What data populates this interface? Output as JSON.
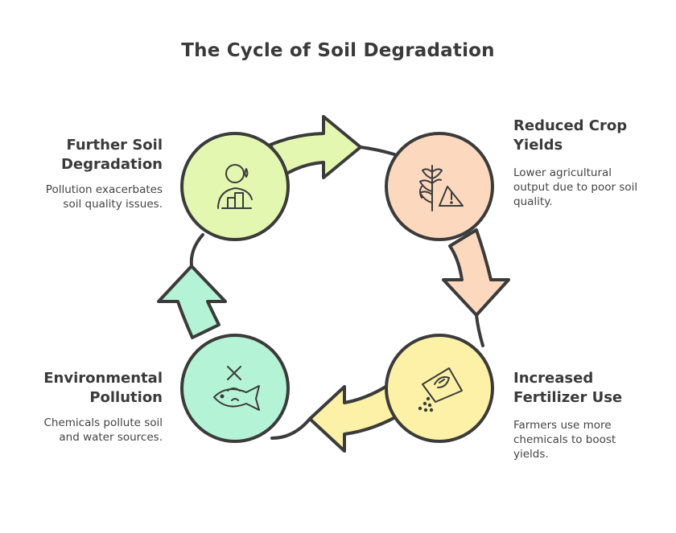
{
  "title": "The Cycle of Soil Degradation",
  "stages": [
    {
      "heading_lines": [
        "Reduced Crop",
        "Yields"
      ],
      "description_lines": [
        "Lower agricultural",
        "output due to poor soil",
        "quality."
      ],
      "icon": "wheat-warning-icon",
      "color": "#fcd9be"
    },
    {
      "heading_lines": [
        "Increased",
        "Fertilizer Use"
      ],
      "description_lines": [
        "Farmers use more",
        "chemicals to boost",
        "yields."
      ],
      "icon": "fertilizer-bag-icon",
      "color": "#fcf1a6"
    },
    {
      "heading_lines": [
        "Environmental",
        "Pollution"
      ],
      "description_lines": [
        "Chemicals pollute soil",
        "and water sources."
      ],
      "icon": "dead-fish-icon",
      "color": "#b5f3d6"
    },
    {
      "heading_lines": [
        "Further Soil",
        "Degradation"
      ],
      "description_lines": [
        "Pollution exacerbates",
        "soil quality issues."
      ],
      "icon": "sad-person-chart-icon",
      "color": "#e3f7b0"
    }
  ],
  "colors": {
    "outline": "#3b3b3b",
    "text": "#3a3a3a"
  }
}
